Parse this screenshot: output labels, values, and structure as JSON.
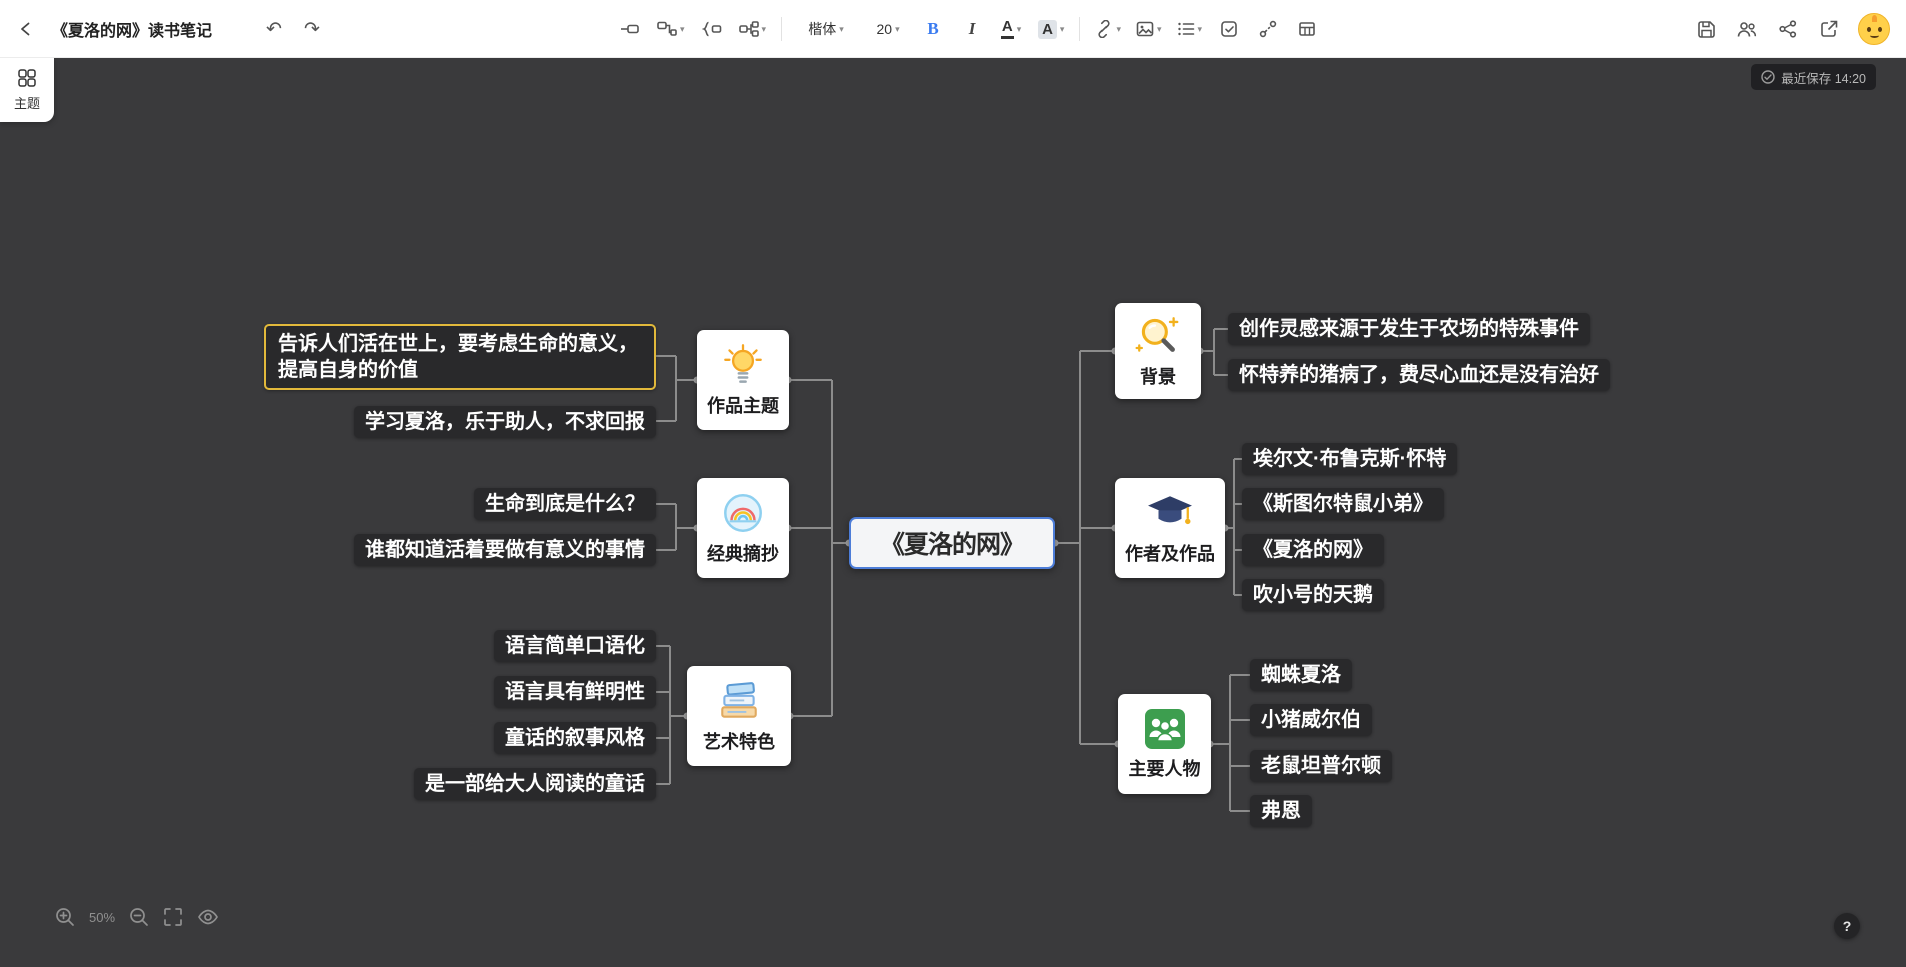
{
  "header": {
    "title": "《夏洛的网》读书笔记",
    "font_family": "楷体",
    "font_size": "20",
    "bold": "B",
    "italic": "I",
    "color_letter": "A",
    "highlight_letter": "A"
  },
  "canvas": {
    "save_status": "最近保存 14:20",
    "theme_panel_label": "主题",
    "zoom_level": "50%",
    "help_label": "?"
  },
  "icons": {
    "undo": "↶",
    "redo": "↷",
    "caret": "▾"
  },
  "mindmap": {
    "root": {
      "text": "《夏洛的网》"
    },
    "left_branches": [
      {
        "label": "作品主题",
        "icon": "lightbulb-icon",
        "children": [
          {
            "text": "告诉人们活在世上，要考虑生命的意义，提高自身的价值",
            "highlighted": true
          },
          {
            "text": "学习夏洛，乐于助人，不求回报",
            "highlighted": false
          }
        ]
      },
      {
        "label": "经典摘抄",
        "icon": "rainbow-icon",
        "children": [
          {
            "text": "生命到底是什么？",
            "highlighted": false
          },
          {
            "text": "谁都知道活着要做有意义的事情",
            "highlighted": false
          }
        ]
      },
      {
        "label": "艺术特色",
        "icon": "books-icon",
        "children": [
          {
            "text": "语言简单口语化",
            "highlighted": false
          },
          {
            "text": "语言具有鲜明性",
            "highlighted": false
          },
          {
            "text": "童话的叙事风格",
            "highlighted": false
          },
          {
            "text": "是一部给大人阅读的童话",
            "highlighted": false
          }
        ]
      }
    ],
    "right_branches": [
      {
        "label": "背景",
        "icon": "magnifier-icon",
        "children": [
          {
            "text": "创作灵感来源于发生于农场的特殊事件",
            "highlighted": false
          },
          {
            "text": "怀特养的猪病了，费尽心血还是没有治好",
            "highlighted": false
          }
        ]
      },
      {
        "label": "作者及作品",
        "icon": "graduation-cap-icon",
        "children": [
          {
            "text": "埃尔文·布鲁克斯·怀特",
            "highlighted": false
          },
          {
            "text": "《斯图尔特鼠小弟》",
            "highlighted": false
          },
          {
            "text": "《夏洛的网》",
            "highlighted": false
          },
          {
            "text": "吹小号的天鹅",
            "highlighted": false
          }
        ]
      },
      {
        "label": "主要人物",
        "icon": "people-icon",
        "children": [
          {
            "text": "蜘蛛夏洛",
            "highlighted": false
          },
          {
            "text": "小猪威尔伯",
            "highlighted": false
          },
          {
            "text": "老鼠坦普尔顿",
            "highlighted": false
          },
          {
            "text": "弗恩",
            "highlighted": false
          }
        ]
      }
    ]
  },
  "colors": {
    "canvas_bg": "#3a3a3c",
    "toolbar_bg": "#ffffff",
    "pill_bg": "#29292b",
    "root_border_blue": "#4d7dd8",
    "highlight_gold": "#e2b93b",
    "accent_blue": "#3a7bf0",
    "people_green": "#3d9e4f",
    "lightbulb_orange": "#f5a623"
  }
}
